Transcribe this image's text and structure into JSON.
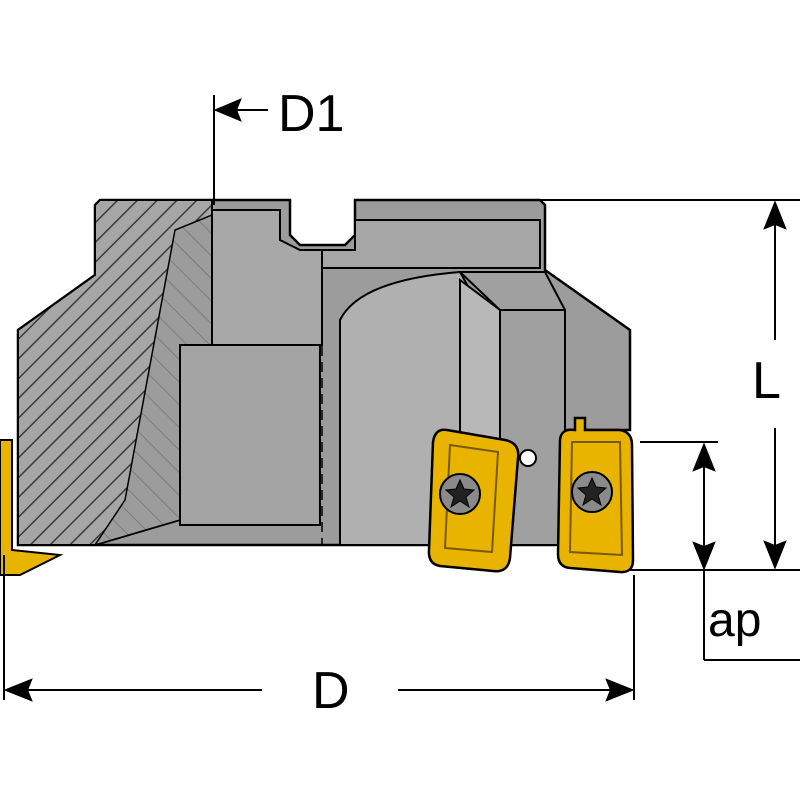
{
  "labels": {
    "d1": "D1",
    "l": "L",
    "ap": "ap",
    "d": "D"
  },
  "colors": {
    "body": "#9c9c9c",
    "body_dark": "#888888",
    "body_light": "#b4b4b4",
    "hatch_bg": "#a6a6a6",
    "hatch_line": "#3a3a3a",
    "insert": "#e8b400",
    "insert_edge": "#7a5a00",
    "screw": "#8a8a8a",
    "outline": "#000000",
    "dimension_line": "#000000"
  },
  "icons": {
    "insert": "cutting-insert",
    "screw": "torx-screw"
  }
}
